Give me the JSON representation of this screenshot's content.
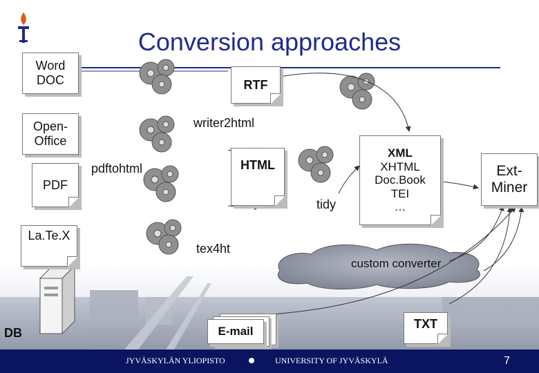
{
  "title": "Conversion approaches",
  "sources": {
    "word": "Word\nDOC",
    "openoffice": "Open-\nOffice",
    "pdf": "PDF",
    "latex": "La.Te.X"
  },
  "formats": {
    "rtf": "RTF",
    "html": "HTML",
    "xml_lines": [
      "XML",
      "XHTML",
      "Doc.Book",
      "TEI",
      "…"
    ],
    "extminer": "Ext-\nMiner",
    "txt": "TXT",
    "email": "E-mail",
    "db": "DB"
  },
  "tools": {
    "writer2html": "writer2html",
    "pdftohtml": "pdftohtml",
    "tidy": "tidy",
    "tex4ht": "tex4ht",
    "custom_converter": "custom converter"
  },
  "footer": {
    "left": "JYVÄSKYLÄN YLIOPISTO",
    "right": "UNIVERSITY OF JYVÄSKYLÄ",
    "page": "7"
  },
  "colors": {
    "title": "#1f2a8c",
    "footer": "#0b1460",
    "accent_line": "#1f2a8c"
  }
}
